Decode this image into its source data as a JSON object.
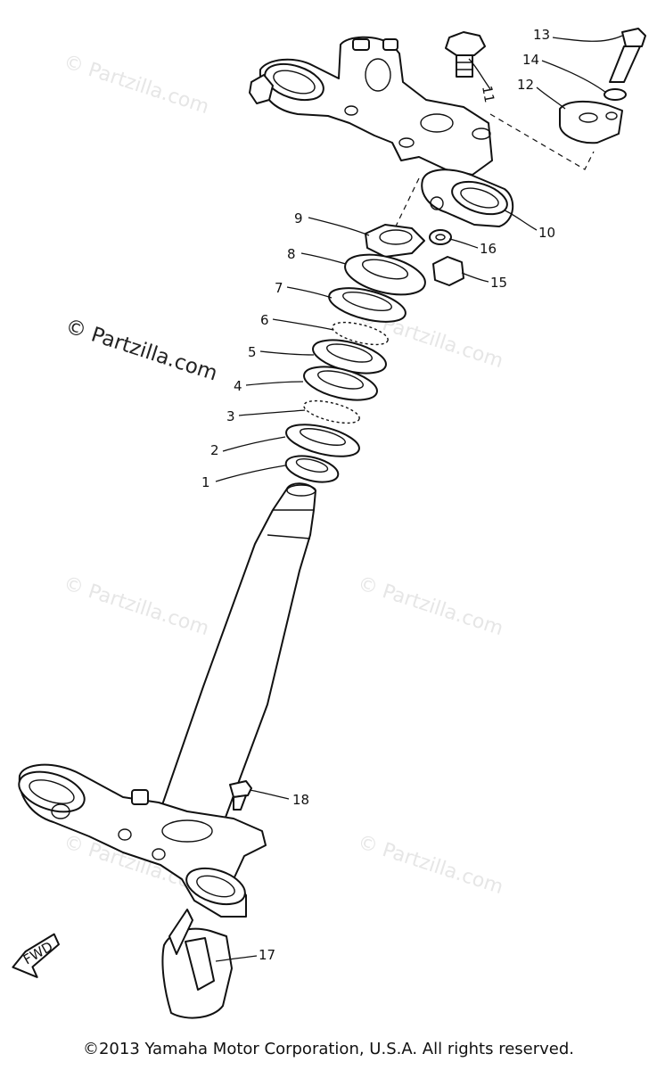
{
  "watermark": {
    "text": "© Partzilla.com",
    "main_text": "© Partzilla.com"
  },
  "fwd_label": "FWD",
  "callouts": [
    "1",
    "2",
    "3",
    "4",
    "5",
    "6",
    "7",
    "8",
    "9",
    "10",
    "11",
    "12",
    "13",
    "14",
    "15",
    "16",
    "17",
    "18"
  ],
  "footer": {
    "copyright": "©2013 Yamaha Motor Corporation, U.S.A. All rights reserved."
  }
}
